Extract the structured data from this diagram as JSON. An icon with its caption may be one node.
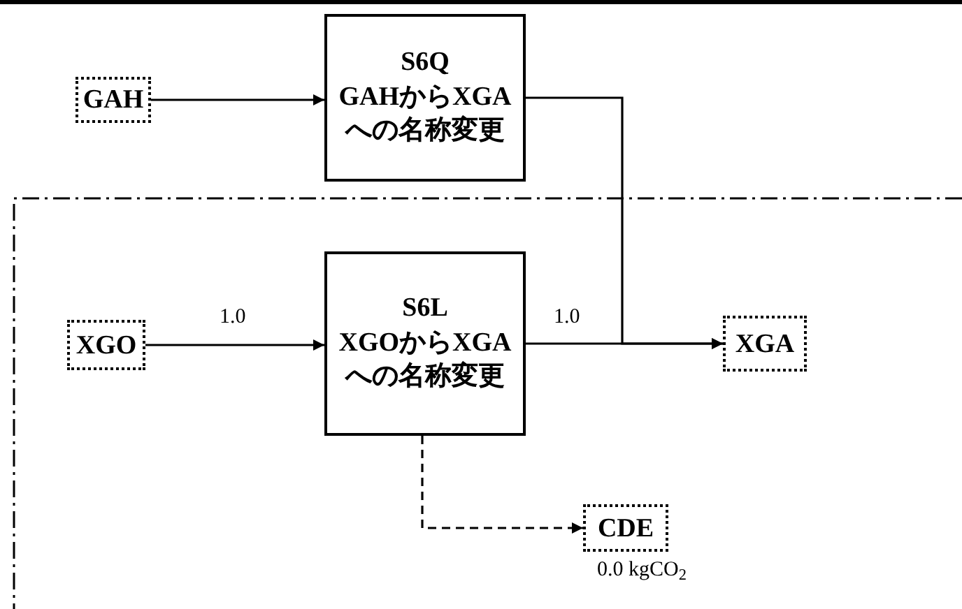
{
  "diagram": {
    "nodes": [
      {
        "text": [
          "GAH"
        ]
      },
      {
        "text": [
          "S6Q",
          "GAHからXGAへの名称変更"
        ]
      },
      {
        "text": [
          "XGO"
        ]
      },
      {
        "text": [
          "S6L",
          "XGOからXGAへの名称変更"
        ]
      },
      {
        "text": [
          "XGA"
        ]
      },
      {
        "text": [
          "CDE"
        ],
        "beside": [
          "0.0 kgCO$_{2}$"
        ]
      }
    ],
    "edges": [
      {
        "from": 0,
        "to": 1,
        "arrow": "to"
      },
      {
        "from": 1,
        "to": 4,
        "arrow": "to"
      },
      {
        "from": 2,
        "to": 3,
        "arrow": "to",
        "label": "1.0"
      },
      {
        "from": 3,
        "to": 4,
        "arrow": "to",
        "label": "1.0"
      },
      {
        "from": 3,
        "to": 5,
        "arrow": "to",
        "style": "dashed"
      }
    ]
  }
}
